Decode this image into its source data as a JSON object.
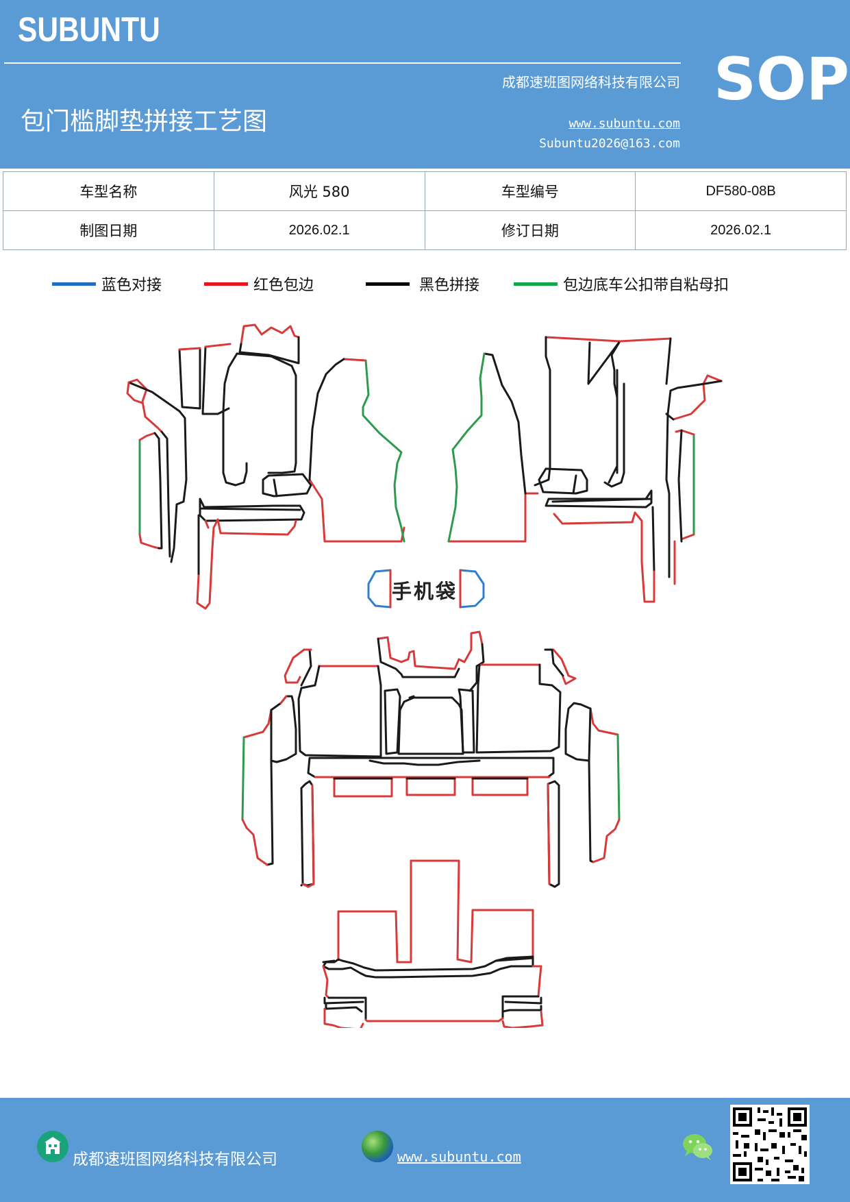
{
  "header": {
    "brand": "SUBUNTU",
    "company": "成都速班图网络科技有限公司",
    "title": "包门槛脚垫拼接工艺图",
    "website": "www.subuntu.com",
    "email": "Subuntu2026@163.com",
    "badge": "SOP"
  },
  "info": {
    "model_name_label": "车型名称",
    "model_name_value": "风光 580",
    "model_code_label": "车型编号",
    "model_code_value": "DF580-08B",
    "draw_date_label": "制图日期",
    "draw_date_value": "2026.02.1",
    "revise_date_label": "修订日期",
    "revise_date_value": "2026.02.1"
  },
  "legend": [
    {
      "label": "蓝色对接",
      "color": "#1f6fbf"
    },
    {
      "label": "红色包边",
      "color": "#e8141b"
    },
    {
      "label": "黑色拼接",
      "color": "#000000"
    },
    {
      "label": "包边底车公扣带自粘母扣",
      "color": "#14a84a"
    }
  ],
  "diagram": {
    "pocket_label": "手机袋",
    "colors": {
      "red": "#d83a3a",
      "black": "#1a1a1a",
      "green": "#2e9a4e",
      "blue": "#2f7fd0"
    }
  },
  "footer": {
    "company": "成都速班图网络科技有限公司",
    "website": "www.subuntu.com",
    "icons": [
      "building-icon",
      "globe-icon",
      "wechat-icon",
      "qr-code"
    ]
  }
}
